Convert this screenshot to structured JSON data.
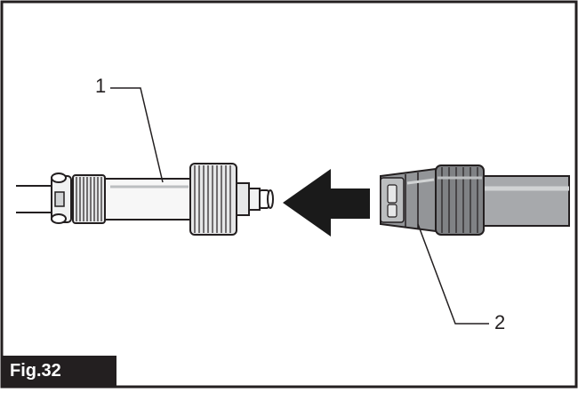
{
  "figure": {
    "label": "Fig.32",
    "callouts": [
      {
        "number": "1"
      },
      {
        "number": "2"
      }
    ]
  },
  "colors": {
    "ink": "#231f20",
    "arrow": "#1a1a1a",
    "hose": "#a7a9ac",
    "hose_light": "#d1d3d4",
    "metal": "#e6e7e8"
  },
  "icons": [
    "direction-arrow-left-icon"
  ]
}
